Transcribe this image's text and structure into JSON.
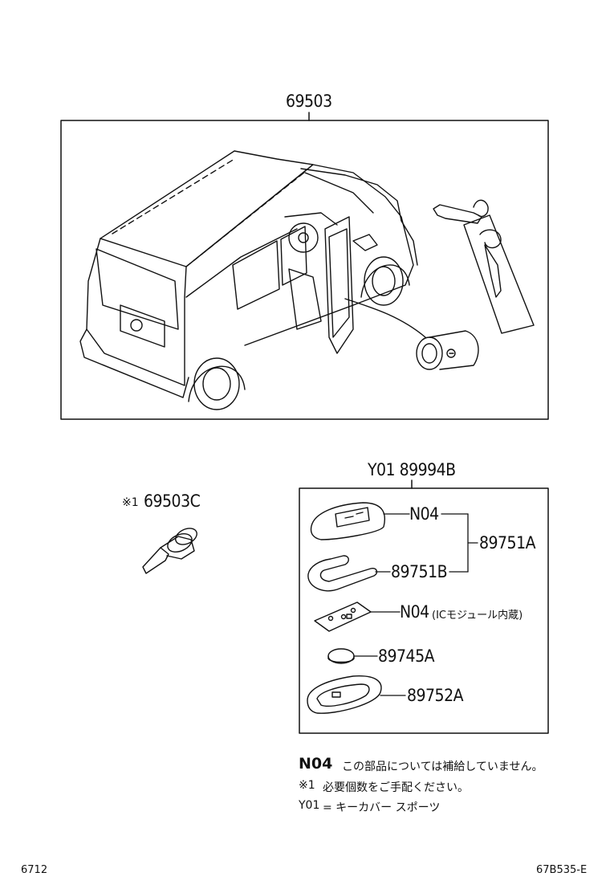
{
  "labels": {
    "assembly": "69503",
    "key_blank": "69503C",
    "key_blank_mark": "※1",
    "smart_key_kit": "Y01 89994B",
    "cover_upper": "N04",
    "case_pair": "89751A",
    "cover_frame": "89751B",
    "circuit_board": "N04",
    "circuit_board_note": "(ICモジュール内蔵)",
    "battery": "89745A",
    "bottom_case": "89752A"
  },
  "notes": [
    {
      "code": "N04",
      "text": "この部品については補給していません。"
    },
    {
      "code": "※1",
      "text": "必要個数をご手配ください。"
    },
    {
      "code": "Y01",
      "text": "= キーカバー スポーツ"
    }
  ],
  "footer": {
    "page_left": "6712",
    "ref_right": "67B535-E"
  }
}
